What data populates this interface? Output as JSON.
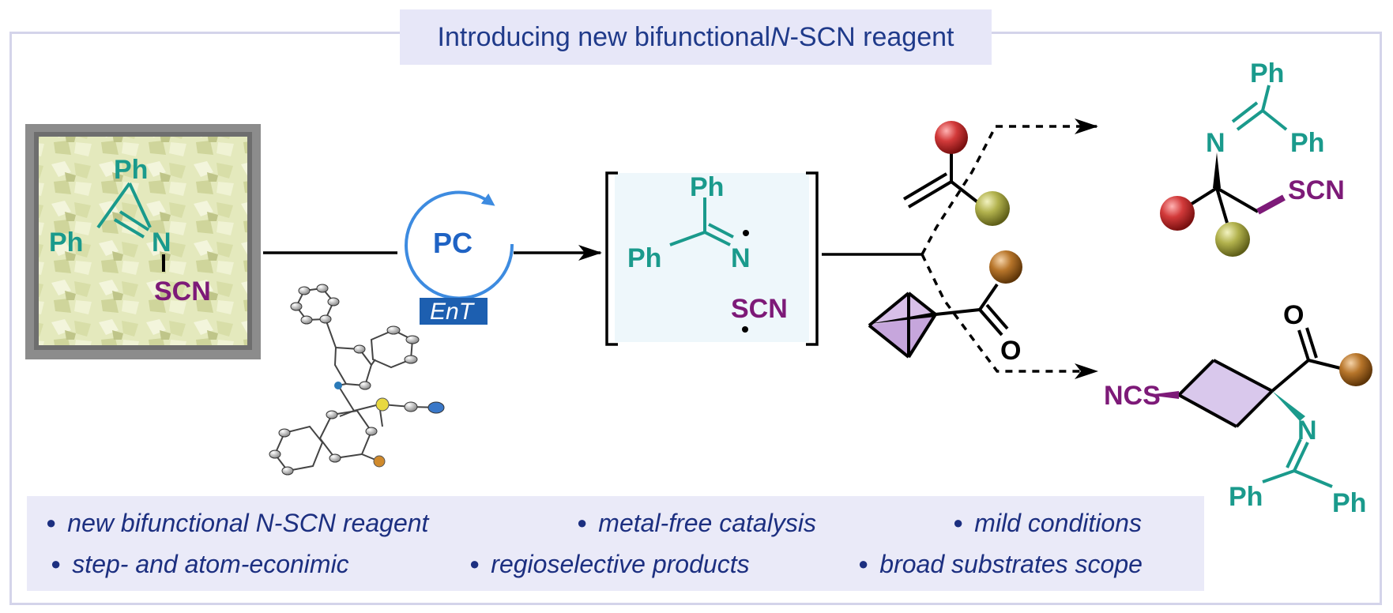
{
  "title": {
    "prefix": "Introducing new bifunctional ",
    "italic": "N",
    "suffix": "-SCN reagent"
  },
  "reagent": {
    "ph_top": "Ph",
    "ph_left": "Ph",
    "n": "N",
    "scn": "SCN"
  },
  "catalyst": {
    "label": "PC",
    "mode": "EnT"
  },
  "intermediate": {
    "ph": "Ph",
    "ph2": "Ph",
    "n": "N",
    "scn": "SCN"
  },
  "carbonyl_o": "O",
  "product1": {
    "ph1": "Ph",
    "ph2": "Ph",
    "n": "N",
    "scn": "SCN"
  },
  "product2": {
    "ncs": "NCS",
    "o": "O",
    "n": "N",
    "ph1": "Ph",
    "ph2": "Ph"
  },
  "features": [
    "new bifunctional N-SCN reagent",
    "metal-free catalysis",
    "mild conditions",
    "step- and atom-econimic",
    "regioselective products",
    "broad substrates scope"
  ],
  "colors": {
    "teal": "#1a9a8c",
    "purple": "#7d1a78",
    "blue": "#1f3a8a",
    "catalyst_blue": "#1f63c4",
    "ent_bg": "#1d5fb0",
    "crystal": "#e9edc5",
    "red_sub": "#c0272d",
    "olive_sub": "#a8a845",
    "brown_sub": "#a86a22",
    "bcb_fill": "#d8bfe8",
    "cyclobutane_fill": "#d9c8ec"
  }
}
